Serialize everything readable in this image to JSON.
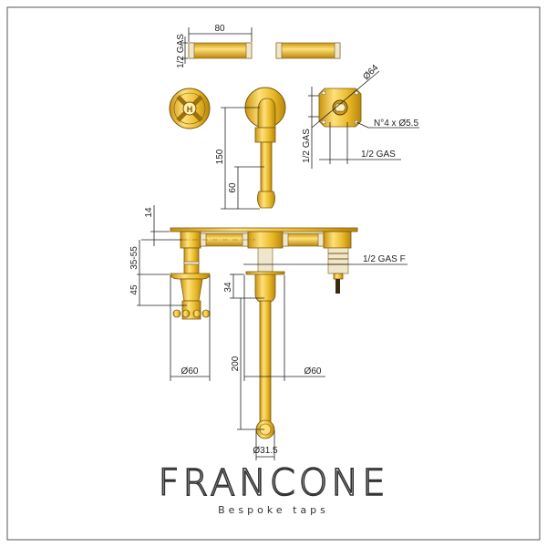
{
  "colors": {
    "gold": "#e8b928",
    "gold_dark": "#b8860b",
    "line": "#222222"
  },
  "dims": {
    "pipe_length": "80",
    "pipe_thread": "1/2 GAS",
    "height_150": "150",
    "height_60": "60",
    "flange_diameter": "Ø64",
    "holes": "N°4 x Ø5.5",
    "flange_thread_v": "1/2 GAS",
    "flange_thread_h": "1/2 GAS",
    "plate_14": "14",
    "depth_35_55": "35-55",
    "handle_45": "45",
    "spout_34": "34",
    "spout_200": "200",
    "handle_diameter": "Ø60",
    "spout_rosette_diameter": "Ø60",
    "spout_tip_diameter": "Ø31.5",
    "inlet": "1/2 GAS F"
  },
  "brand": {
    "name": "FRANCONE",
    "tagline": "Bespoke taps"
  }
}
